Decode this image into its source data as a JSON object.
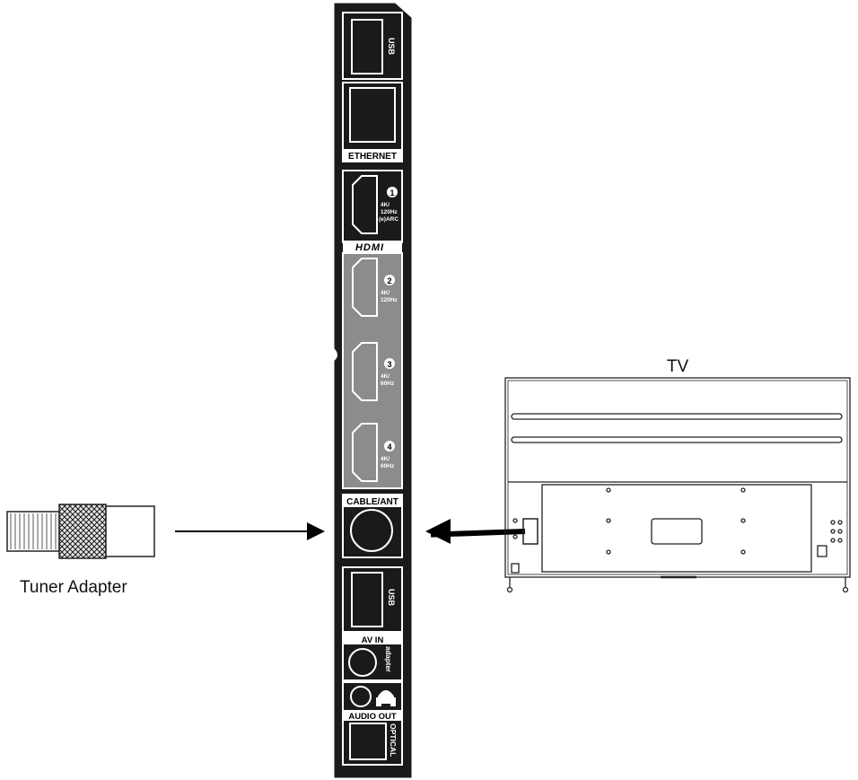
{
  "labels": {
    "tuner_adapter": "Tuner Adapter",
    "tv": "TV"
  },
  "panel": {
    "usb_top": "USB",
    "ethernet": "ETHERNET",
    "hdmi_logo": "HDMI",
    "hdmi1_num": "1",
    "hdmi1_line1": "4K/",
    "hdmi1_line2": "120Hz",
    "hdmi1_line3": "(e)ARC",
    "hdmi2_num": "2",
    "hdmi2_line1": "4K/",
    "hdmi2_line2": "120Hz",
    "hdmi3_num": "3",
    "hdmi3_line1": "4K/",
    "hdmi3_line2": "60Hz",
    "hdmi4_num": "4",
    "hdmi4_line1": "4K/",
    "hdmi4_line2": "60Hz",
    "cable_ant": "CABLE/ANT",
    "usb_bottom": "USB",
    "av_in": "AV IN",
    "adapter": "adapter",
    "audio_out": "AUDIO OUT",
    "optical": "OPTICAL"
  },
  "colors": {
    "panel": "#1a1a1a",
    "hdmi_group": "#8c8c8c",
    "port_outline": "#ffffff",
    "line": "#000000"
  },
  "icons": [
    "headphone-icon",
    "hdmi-port-icon",
    "coax-port-icon",
    "arrow-icon"
  ]
}
